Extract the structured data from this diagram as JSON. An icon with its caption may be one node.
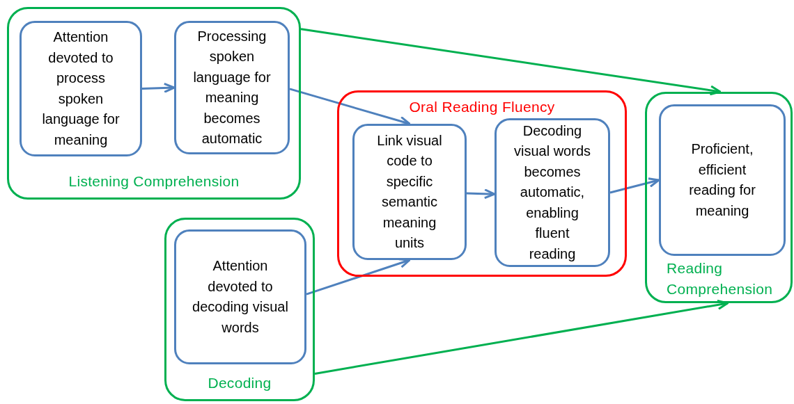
{
  "diagram": {
    "nodes": [
      {
        "text": [
          "Listening Comprehension"
        ]
      },
      {
        "text": [
          "Attention devoted to process spoken language for meaning"
        ],
        "in": 0
      },
      {
        "text": [
          "Processing spoken language for meaning becomes automatic"
        ],
        "in": 0
      },
      {
        "text": [
          "Oral Reading Fluency"
        ]
      },
      {
        "text": [
          "Link visual code to specific semantic meaning units"
        ],
        "in": 3
      },
      {
        "text": [
          "Decoding visual words becomes automatic, enabling fluent reading"
        ],
        "in": 3
      },
      {
        "text": [
          "Reading Comprehension"
        ]
      },
      {
        "text": [
          "Proficient, efficient reading for meaning"
        ],
        "in": 6
      },
      {
        "text": [
          "Decoding"
        ]
      },
      {
        "text": [
          "Attention devoted to decoding visual words"
        ],
        "in": 8
      }
    ],
    "edges": [
      {
        "from": 1,
        "to": 2,
        "arrow": "to"
      },
      {
        "from": 2,
        "to": 4,
        "arrow": "to"
      },
      {
        "from": 4,
        "to": 5,
        "arrow": "to"
      },
      {
        "from": 5,
        "to": 7,
        "arrow": "to"
      },
      {
        "from": 9,
        "to": 4,
        "arrow": "to"
      },
      {
        "from": 0,
        "to": 6,
        "arrow": "to",
        "color": "#00b050"
      },
      {
        "from": 8,
        "to": 6,
        "arrow": "to",
        "color": "#00b050"
      }
    ]
  }
}
